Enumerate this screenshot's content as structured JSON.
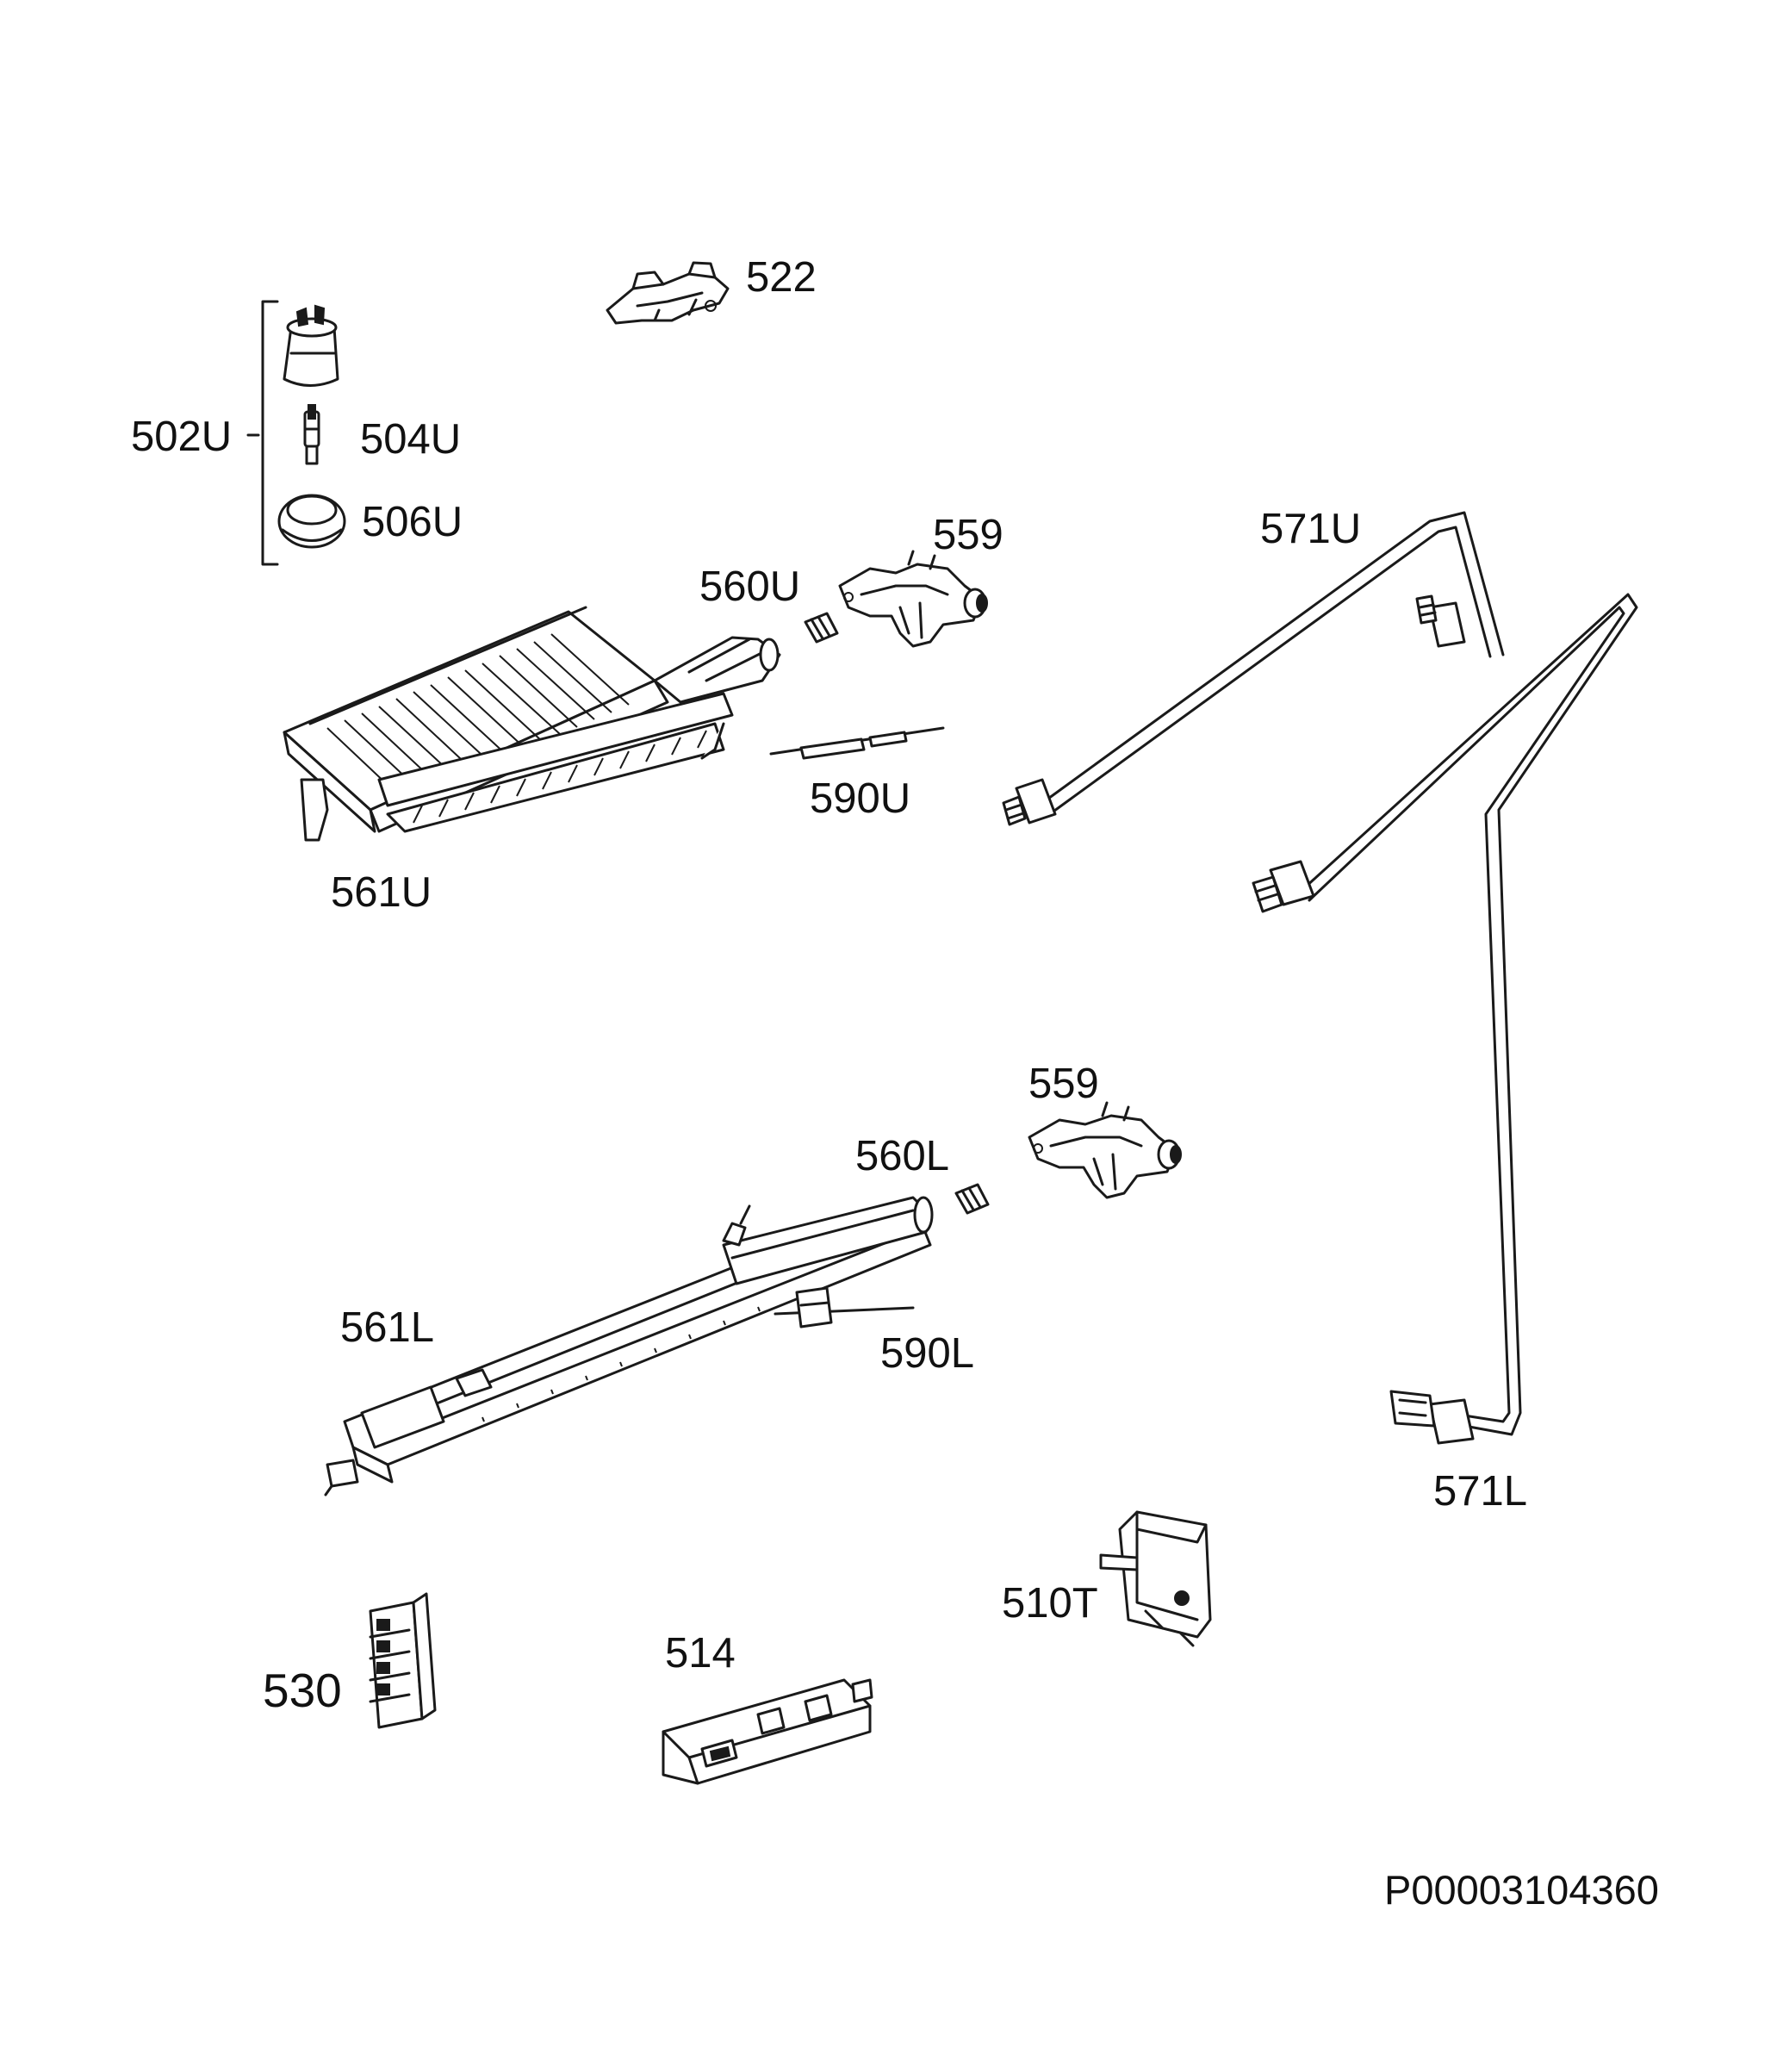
{
  "labels": {
    "p522": "522",
    "p502U": "502U",
    "p504U": "504U",
    "p506U": "506U",
    "p559_upper": "559",
    "p560U": "560U",
    "p571U": "571U",
    "p590U": "590U",
    "p561U": "561U",
    "p559_lower": "559",
    "p560L": "560L",
    "p561L": "561L",
    "p590L": "590L",
    "p571L": "571L",
    "p510T": "510T",
    "p514": "514",
    "p530": "530"
  },
  "drawing_code": "P00003104360"
}
